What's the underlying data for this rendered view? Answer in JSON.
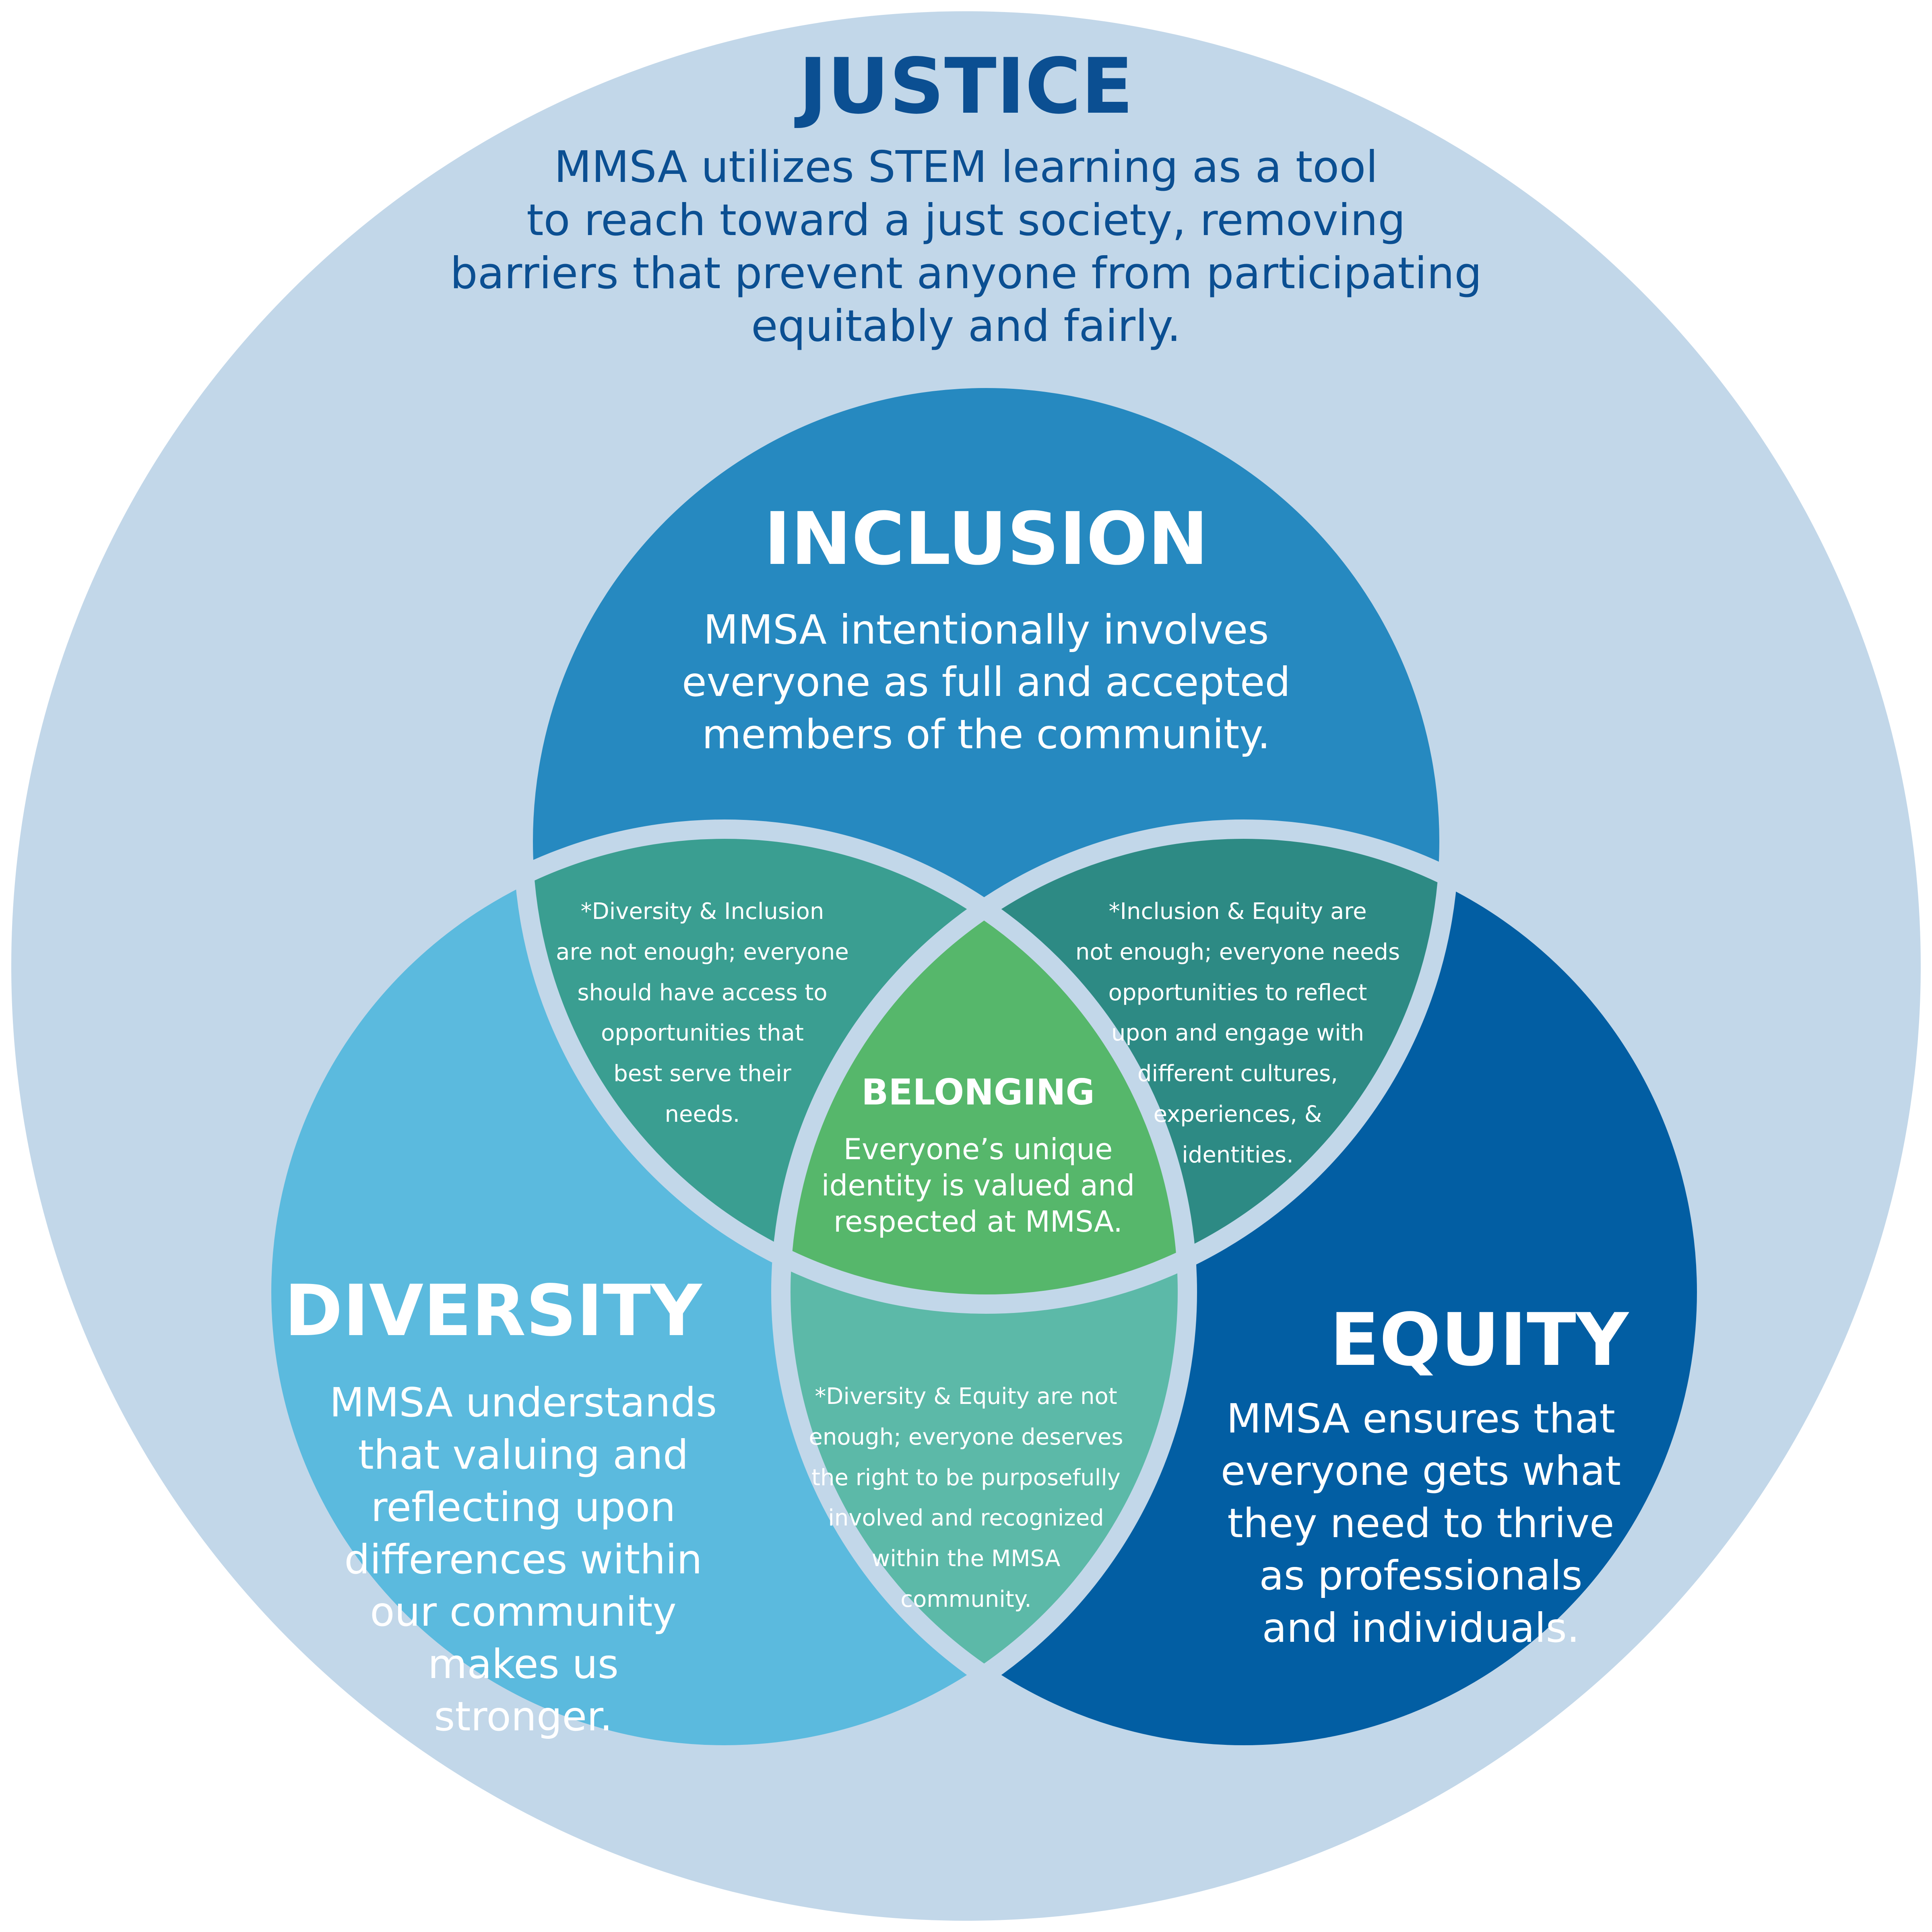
{
  "colors": {
    "justice_bg": "#c2d7e9",
    "justice_text": "#0b4f92",
    "inclusion": "#2689c0",
    "diversity": "#5bbade",
    "equity": "#025ea3",
    "diversity_inclusion": "#3a9e91",
    "inclusion_equity": "#2d8a84",
    "diversity_equity": "#5cb9a8",
    "belonging": "#56b76b",
    "separator": "#c2d7e9",
    "label_text": "#ffffff"
  },
  "justice": {
    "title": "JUSTICE",
    "body": "MMSA utilizes STEM learning as a tool\nto  reach toward a just society, removing\nbarriers that prevent anyone from participating\nequitably and fairly."
  },
  "inclusion": {
    "title": "INCLUSION",
    "body": "MMSA intentionally involves\neveryone as full and accepted\nmembers of the community."
  },
  "diversity": {
    "title": "DIVERSITY",
    "body": "MMSA understands\nthat valuing and\nreflecting upon\ndifferences within\nour community\nmakes us\nstronger."
  },
  "equity": {
    "title": "EQUITY",
    "body": "MMSA ensures that\neveryone gets what\nthey need to thrive\nas professionals\nand individuals."
  },
  "diversity_inclusion": {
    "body": "*Diversity & Inclusion\nare not enough; everyone\nshould have access to\nopportunities that\nbest serve their\nneeds."
  },
  "inclusion_equity": {
    "body": "*Inclusion & Equity are\nnot enough; everyone needs\nopportunities to reflect\nupon and engage with\ndifferent cultures,\nexperiences, &\nidentities."
  },
  "diversity_equity": {
    "body": "*Diversity & Equity are not\nenough; everyone deserves\nthe right to be purposefully\ninvolved and recognized\nwithin the MMSA\ncommunity."
  },
  "belonging": {
    "title": "BELONGING",
    "body": "Everyone’s unique\nidentity is valued and\nrespected at MMSA."
  }
}
